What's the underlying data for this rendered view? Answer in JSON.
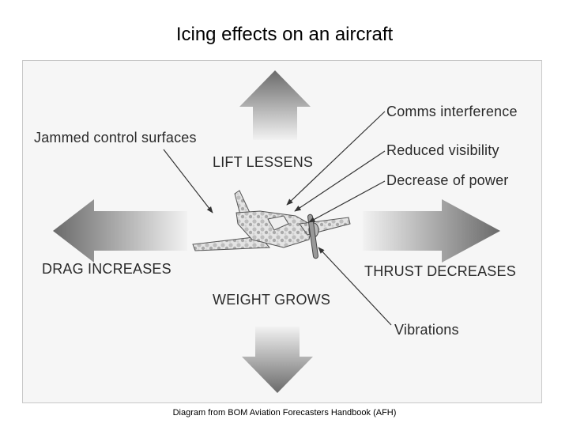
{
  "title": "Icing effects on an aircraft",
  "caption": "Diagram from BOM Aviation Forecasters Handbook (AFH)",
  "forces": {
    "lift": "LIFT LESSENS",
    "drag": "DRAG INCREASES",
    "thrust": "THRUST DECREASES",
    "weight": "WEIGHT GROWS"
  },
  "effects": {
    "jammed": "Jammed control surfaces",
    "comms": "Comms interference",
    "visibility": "Reduced visibility",
    "power": "Decrease of power",
    "vibrations": "Vibrations"
  },
  "colors": {
    "arrow_dark": "#6e6e6e",
    "arrow_light": "#e8e8e8",
    "panel": "#f6f6f6",
    "ice": "#cfcfcf"
  }
}
